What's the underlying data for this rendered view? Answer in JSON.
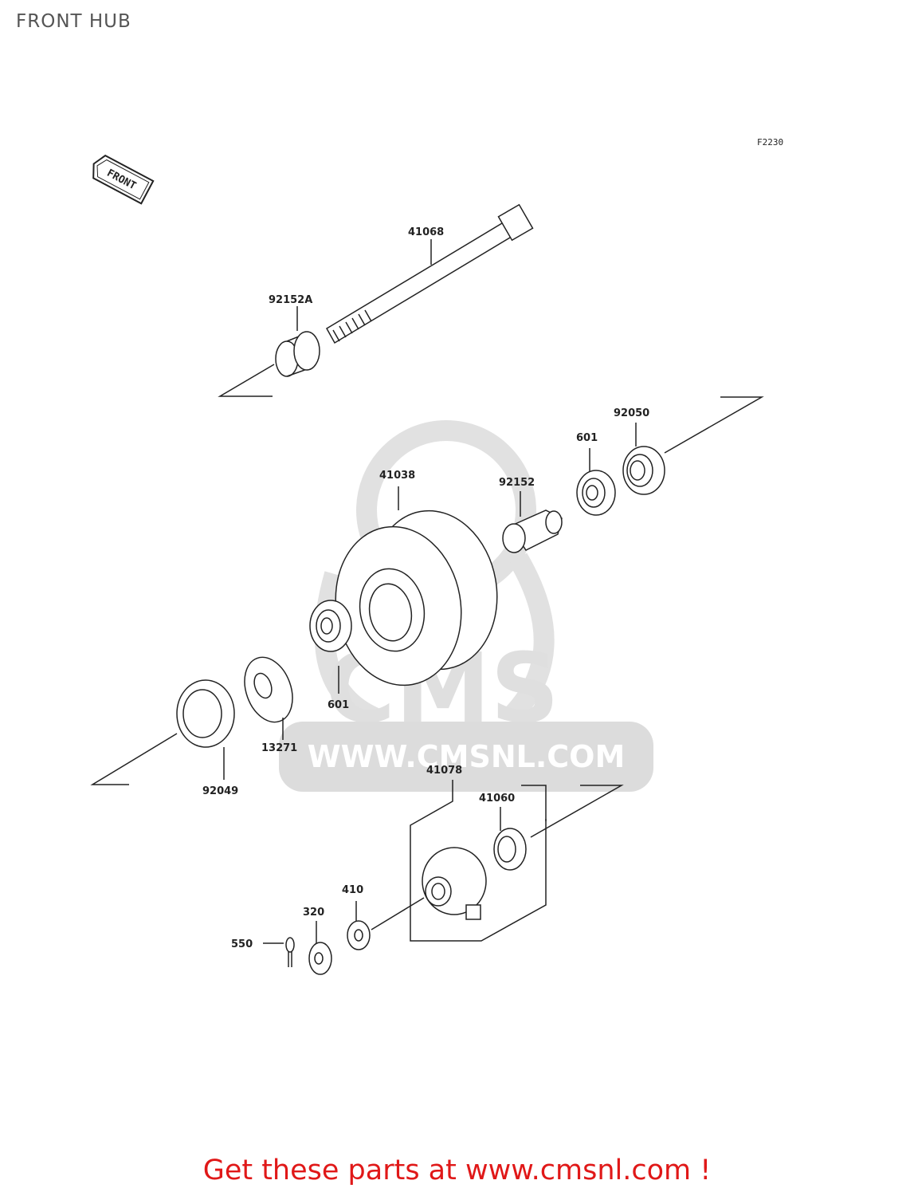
{
  "header": {
    "title": "FRONT HUB",
    "figure_code": "F2230"
  },
  "direction_marker": {
    "text": "FRONT"
  },
  "watermark": {
    "brand": "CMS",
    "url": "WWW.CMSNL.COM",
    "color": "#d9d9d9"
  },
  "parts": [
    {
      "number": "41068"
    },
    {
      "number": "92152A"
    },
    {
      "number": "92050"
    },
    {
      "number": "601"
    },
    {
      "number": "92152"
    },
    {
      "number": "41038"
    },
    {
      "number": "601"
    },
    {
      "number": "13271"
    },
    {
      "number": "92049"
    },
    {
      "number": "41078"
    },
    {
      "number": "41060"
    },
    {
      "number": "410"
    },
    {
      "number": "320"
    },
    {
      "number": "550"
    }
  ],
  "footer": {
    "cta": "Get these parts at www.cmsnl.com !",
    "cta_color": "#e01818"
  }
}
